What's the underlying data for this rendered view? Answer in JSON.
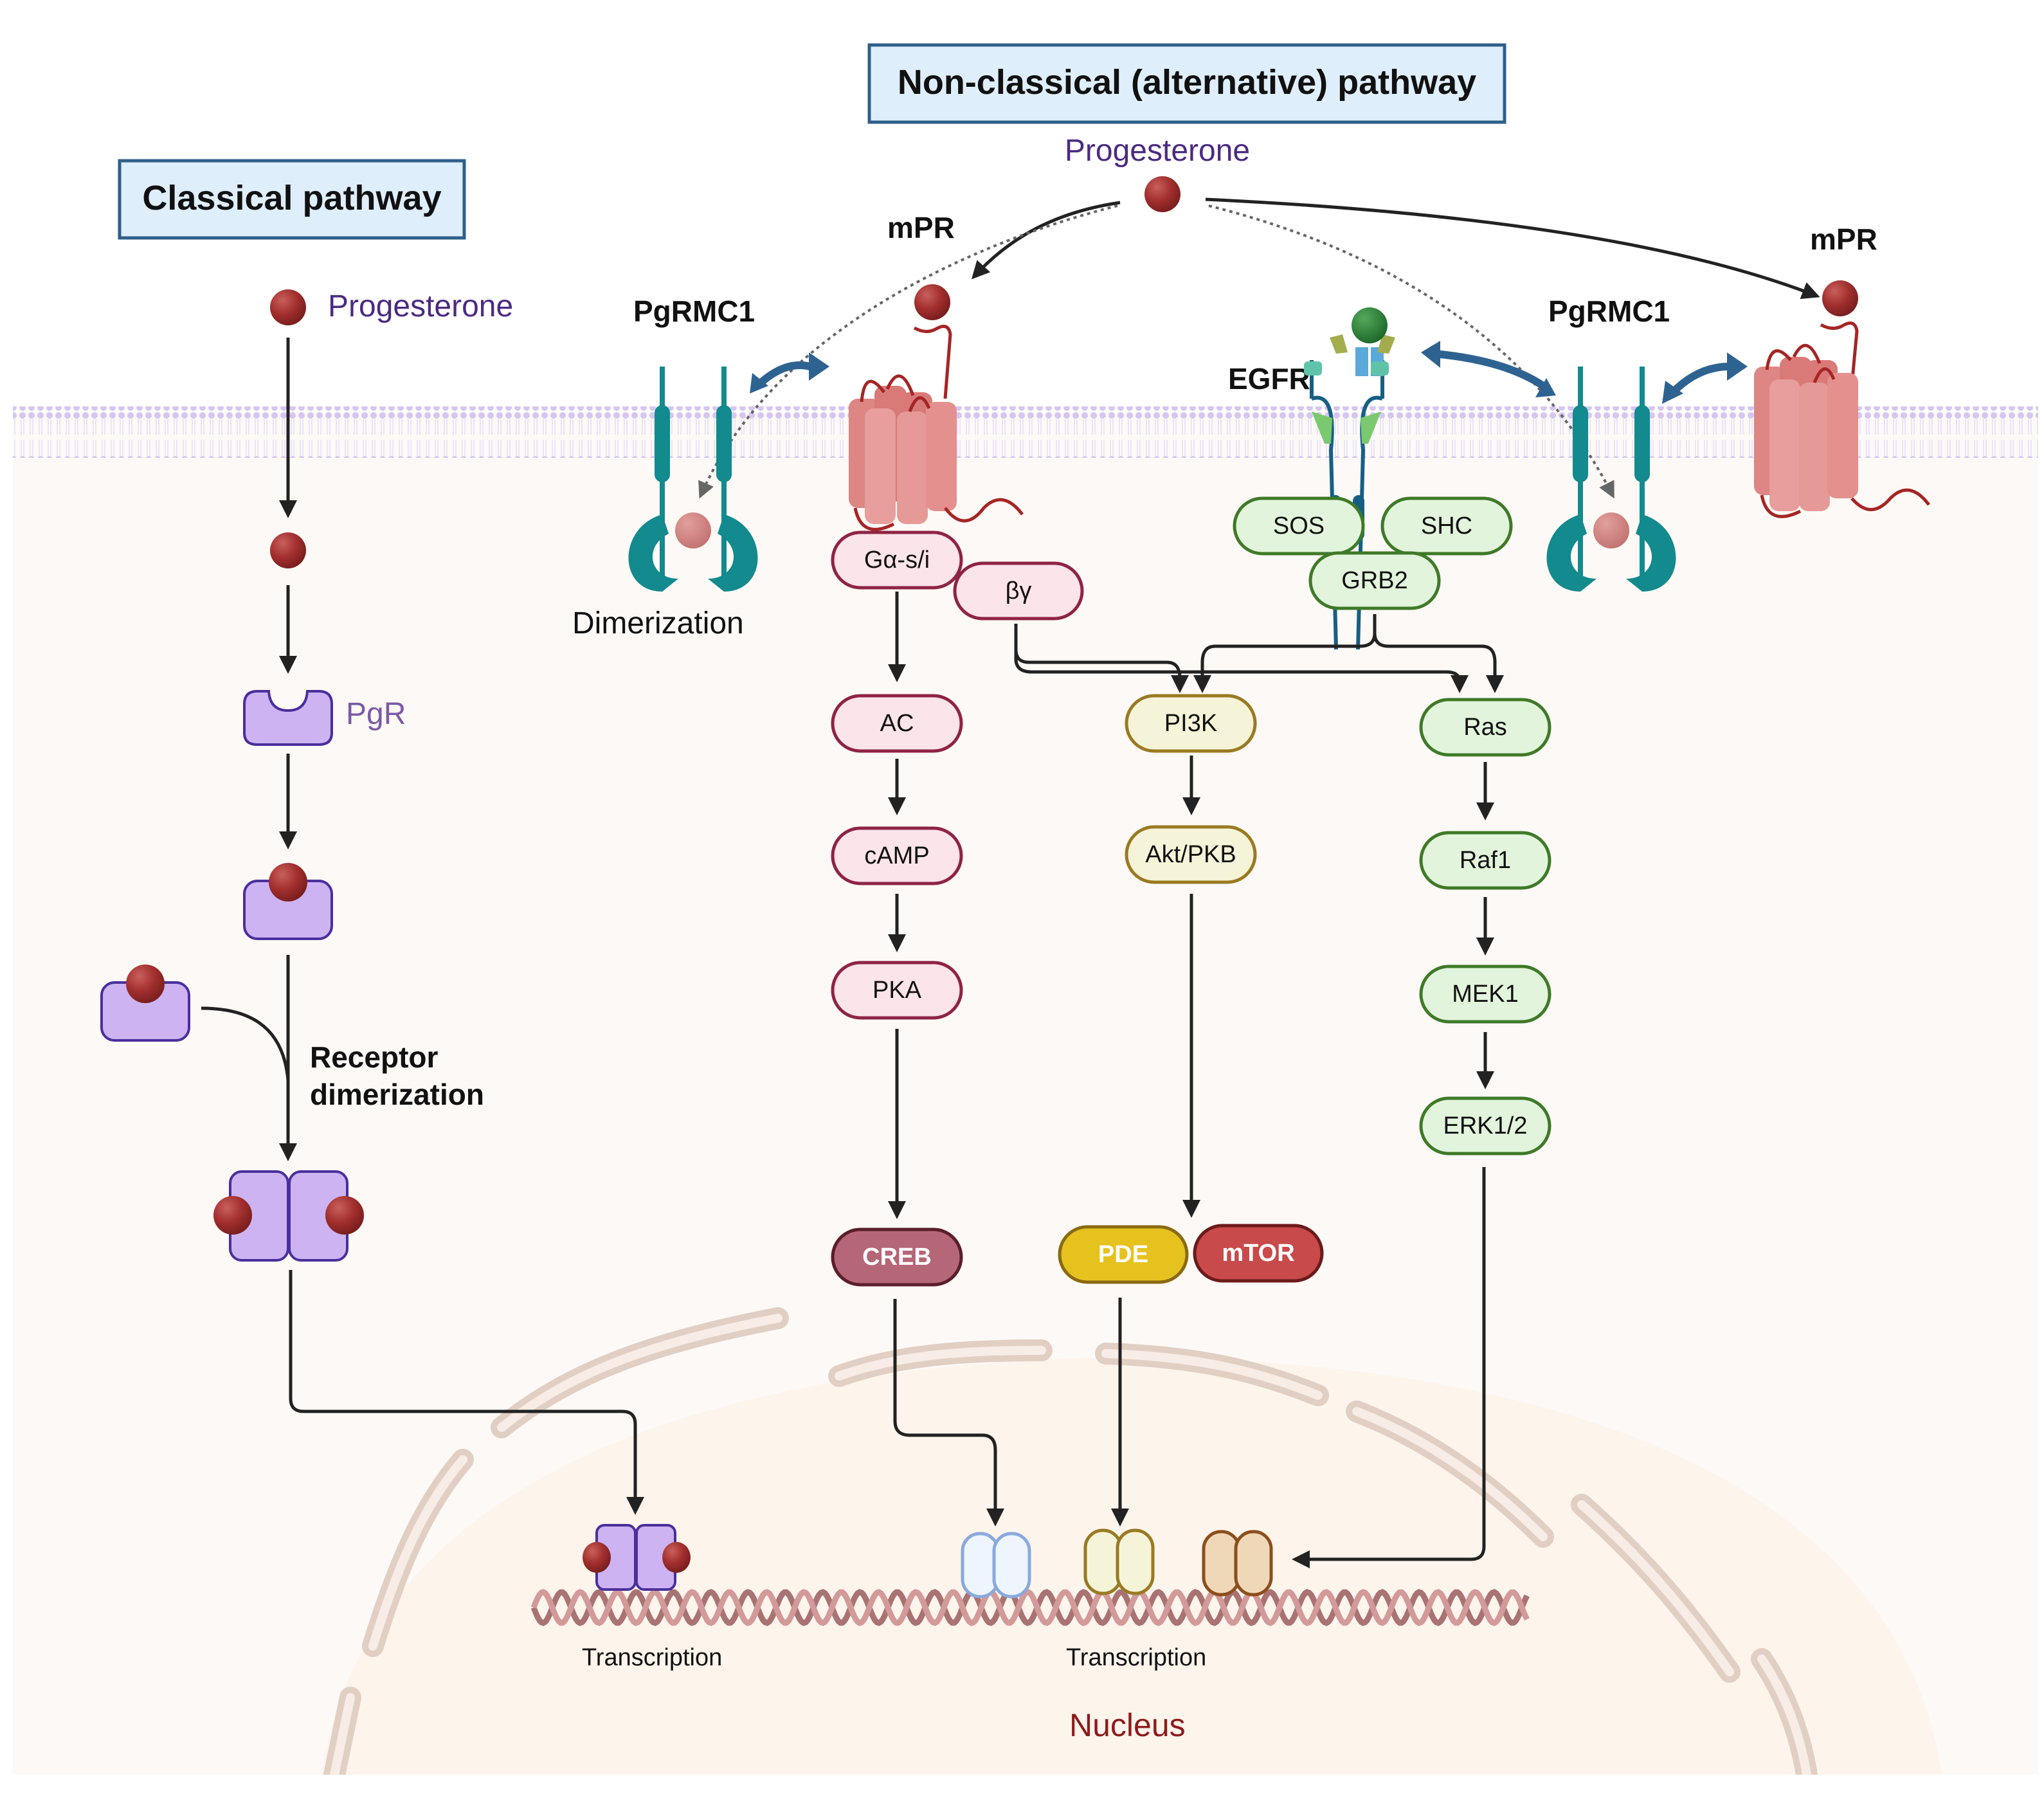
{
  "titles": {
    "classical": "Classical pathway",
    "non_classical": "Non-classical (alternative) pathway"
  },
  "labels": {
    "progesterone_classical": "Progesterone",
    "progesterone_nonclassical": "Progesterone",
    "pgr": "PgR",
    "receptor_dimerization_line1": "Receptor",
    "receptor_dimerization_line2": "dimerization",
    "pgrmc1_left": "PgRMC1",
    "pgrmc1_right": "PgRMC1",
    "mpr_left": "mPR",
    "mpr_right": "mPR",
    "egfr": "EGFR",
    "dimerization": "Dimerization",
    "transcription_left": "Transcription",
    "transcription_right": "Transcription",
    "nucleus": "Nucleus"
  },
  "nodes": {
    "galpha": "Gα-s/i",
    "betagamma": "βγ",
    "ac": "AC",
    "camp": "cAMP",
    "pka": "PKA",
    "creb": "CREB",
    "pi3k": "PI3K",
    "akt": "Akt/PKB",
    "pde": "PDE",
    "mtor": "mTOR",
    "sos": "SOS",
    "shc": "SHC",
    "grb2": "GRB2",
    "ras": "Ras",
    "raf1": "Raf1",
    "mek1": "MEK1",
    "erk": "ERK1/2"
  },
  "colors": {
    "progesterone": "#a3302f",
    "pgr_fill": "#cdb3f2",
    "pgr_stroke": "#4a2f9c",
    "pgrmc1": "#128a8e",
    "mpr": "#e3908e",
    "gprotein_fill": "#fbe4ea",
    "gprotein_stroke": "#8e2445",
    "pi3k_fill": "#f6f4d8",
    "pi3k_stroke": "#9a7a22",
    "mapk_fill": "#e2f5dc",
    "mapk_stroke": "#3f7a28",
    "creb": "#b56677",
    "pde": "#e6c21f",
    "mtor": "#c84a4a",
    "membrane": "#d8ccf2",
    "cytoplasm": "#fdf9f6",
    "nucleus": "#fdf4ec",
    "nuclear_envelope": "#e2cfc3",
    "title_box_fill": "#dfeefb",
    "title_box_stroke": "#2f5f8a",
    "double_arrow": "#2e6391"
  }
}
